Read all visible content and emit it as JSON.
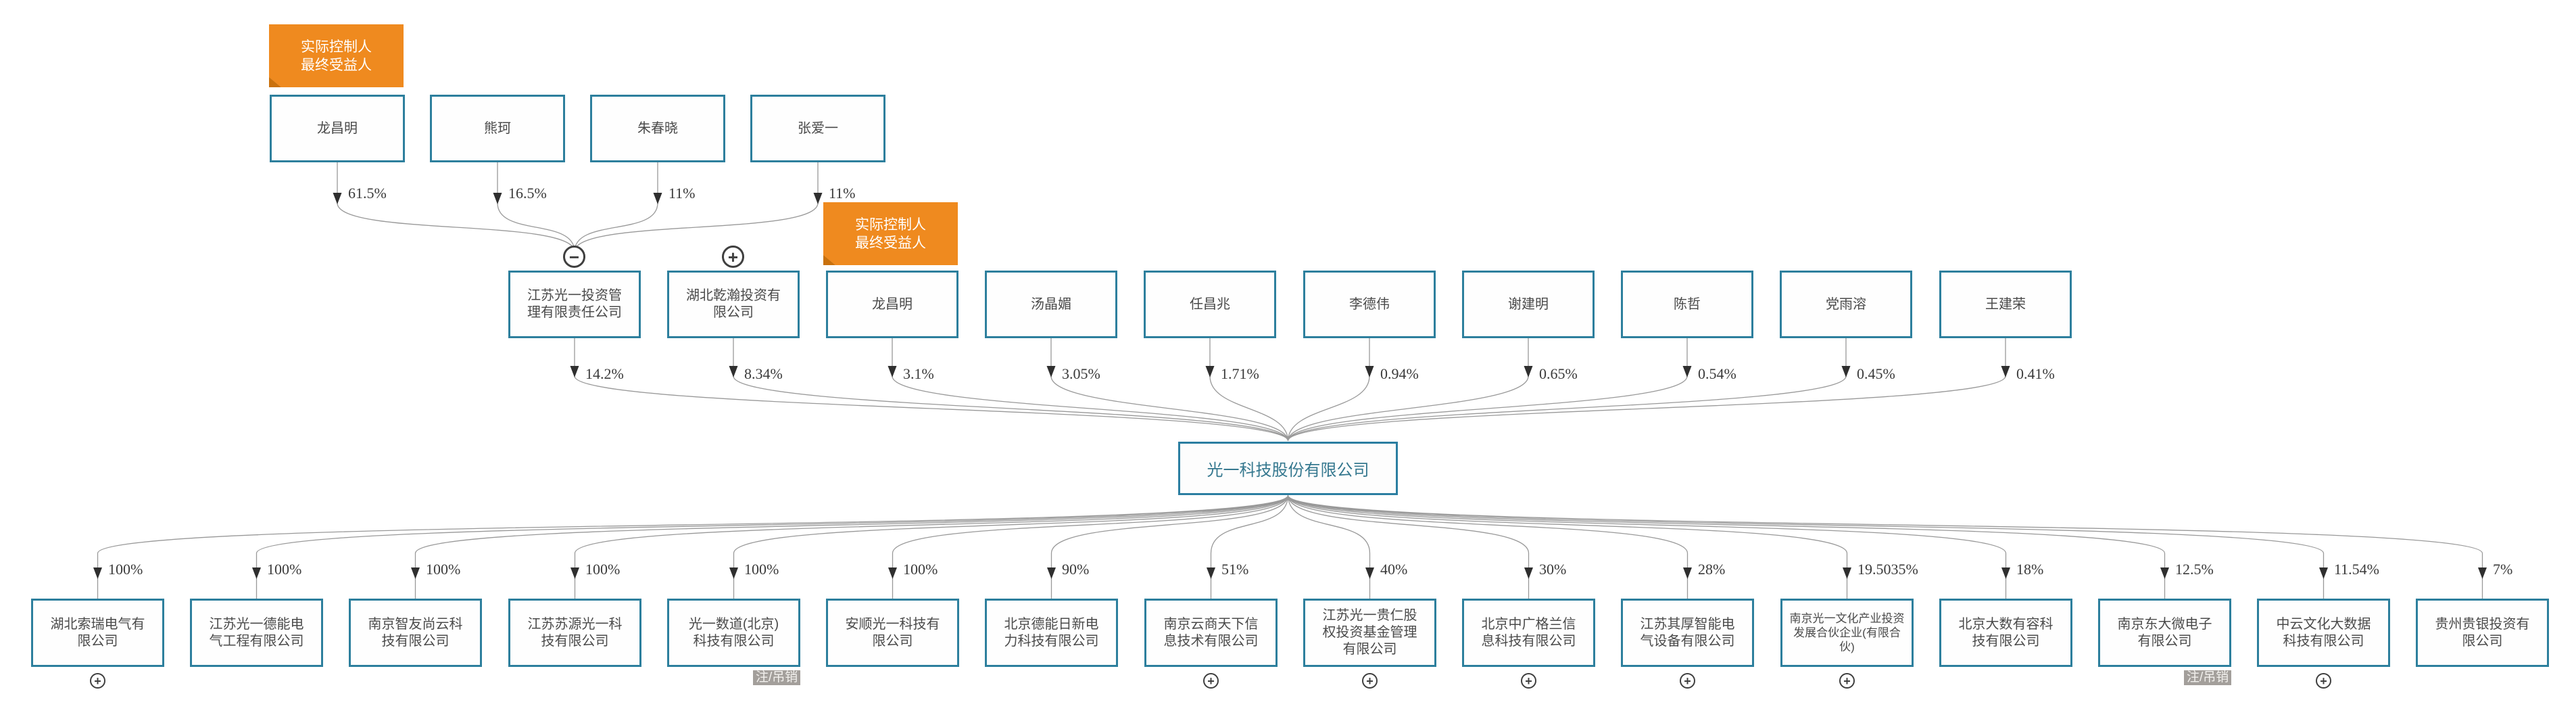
{
  "badge": {
    "line1": "实际控制人",
    "line2": "最终受益人"
  },
  "status_badge": "注/吊销",
  "icons": {
    "collapse": "−",
    "expand": "+"
  },
  "root": {
    "name": "光一科技股份有限公司"
  },
  "level1": [
    {
      "name": "龙昌明",
      "percent": "61.5%"
    },
    {
      "name": "熊珂",
      "percent": "16.5%"
    },
    {
      "name": "朱春晓",
      "percent": "11%"
    },
    {
      "name": "张爱一",
      "percent": "11%"
    }
  ],
  "level2": [
    {
      "name": "江苏光一投资管理有限责任公司",
      "percent": "14.2%",
      "control": "collapse"
    },
    {
      "name": "湖北乾瀚投资有限公司",
      "percent": "8.34%",
      "control": "expand"
    },
    {
      "name": "龙昌明",
      "percent": "3.1%",
      "badge": "实际控制人 最终受益人"
    },
    {
      "name": "汤晶媚",
      "percent": "3.05%"
    },
    {
      "name": "任昌兆",
      "percent": "1.71%"
    },
    {
      "name": "李德伟",
      "percent": "0.94%"
    },
    {
      "name": "谢建明",
      "percent": "0.65%"
    },
    {
      "name": "陈哲",
      "percent": "0.54%"
    },
    {
      "name": "党雨溶",
      "percent": "0.45%"
    },
    {
      "name": "王建荣",
      "percent": "0.41%"
    }
  ],
  "subsidiaries": [
    {
      "name": "湖北索瑞电气有限公司",
      "percent": "100%",
      "control": "expand"
    },
    {
      "name": "江苏光一德能电气工程有限公司",
      "percent": "100%"
    },
    {
      "name": "南京智友尚云科技有限公司",
      "percent": "100%"
    },
    {
      "name": "江苏苏源光一科技有限公司",
      "percent": "100%"
    },
    {
      "name": "光一数道(北京)科技有限公司",
      "percent": "100%",
      "status": "注/吊销"
    },
    {
      "name": "安顺光一科技有限公司",
      "percent": "100%"
    },
    {
      "name": "北京德能日新电力科技有限公司",
      "percent": "90%"
    },
    {
      "name": "南京云商天下信息技术有限公司",
      "percent": "51%",
      "control": "expand"
    },
    {
      "name": "江苏光一贵仁股权投资基金管理有限公司",
      "percent": "40%",
      "control": "expand"
    },
    {
      "name": "北京中广格兰信息科技有限公司",
      "percent": "30%",
      "control": "expand"
    },
    {
      "name": "江苏其厚智能电气设备有限公司",
      "percent": "28%",
      "control": "expand"
    },
    {
      "name": "南京光一文化产业投资发展合伙企业(有限合伙)",
      "percent": "19.5035%",
      "control": "expand"
    },
    {
      "name": "北京大数有容科技有限公司",
      "percent": "18%"
    },
    {
      "name": "南京东大微电子有限公司",
      "percent": "12.5%",
      "status": "注/吊销"
    },
    {
      "name": "中云文化大数据科技有限公司",
      "percent": "11.54%",
      "control": "expand"
    },
    {
      "name": "贵州贵银投资有限公司",
      "percent": "7%"
    }
  ],
  "colors": {
    "box_border": "#2d7f9d",
    "root_text": "#35788f",
    "badge_orange": "#ef8a1f",
    "line_gray": "#999999",
    "status_gray": "#a39f9b",
    "text_gray": "#4a4a4a"
  }
}
